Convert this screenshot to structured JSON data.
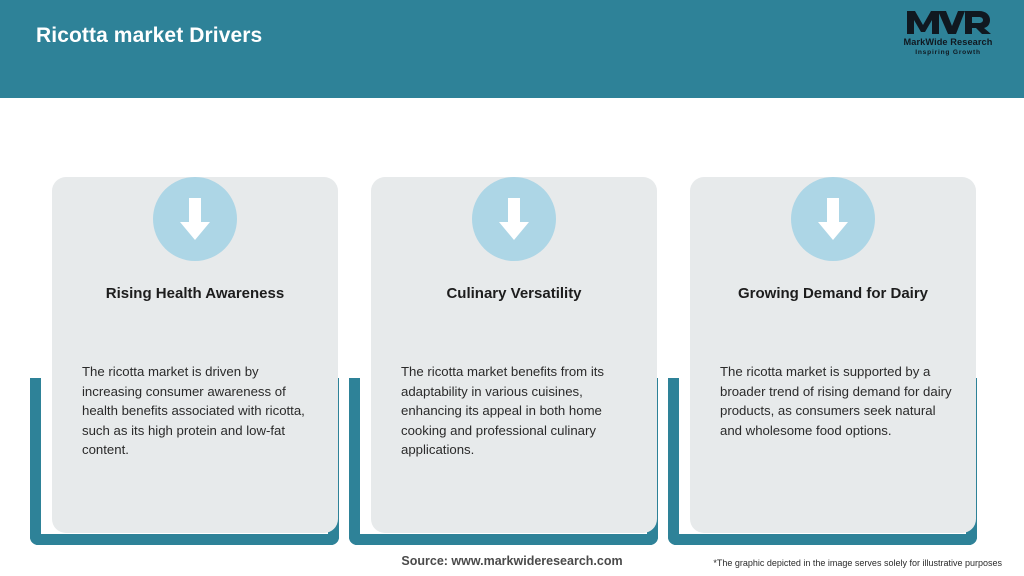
{
  "header": {
    "title": "Ricotta market Drivers",
    "background_color": "#2E8298",
    "title_color": "#FFFFFF"
  },
  "logo": {
    "mark": "MWR",
    "name": "MarkWide Research",
    "tagline": "Inspiring Growth"
  },
  "cards": [
    {
      "icon": "down-arrow-icon",
      "title": "Rising Health Awareness",
      "body": "The ricotta market is driven by increasing consumer awareness of health benefits associated with ricotta, such as its high protein and low-fat content."
    },
    {
      "icon": "down-arrow-icon",
      "title": "Culinary Versatility",
      "body": "The ricotta market benefits from its adaptability in various cuisines, enhancing its appeal in both home cooking and professional culinary applications."
    },
    {
      "icon": "down-arrow-icon",
      "title": "Growing Demand for Dairy",
      "body": "The ricotta market is supported by a broader trend of rising demand for dairy products, as consumers seek natural and wholesome food options."
    }
  ],
  "footer": {
    "source": "Source: www.markwideresearch.com",
    "disclaimer": "*The graphic depicted in the image serves solely for illustrative purposes"
  },
  "colors": {
    "accent_teal": "#2E8298",
    "card_gray": "#E7EAEB",
    "icon_blue": "#ADD6E6"
  }
}
